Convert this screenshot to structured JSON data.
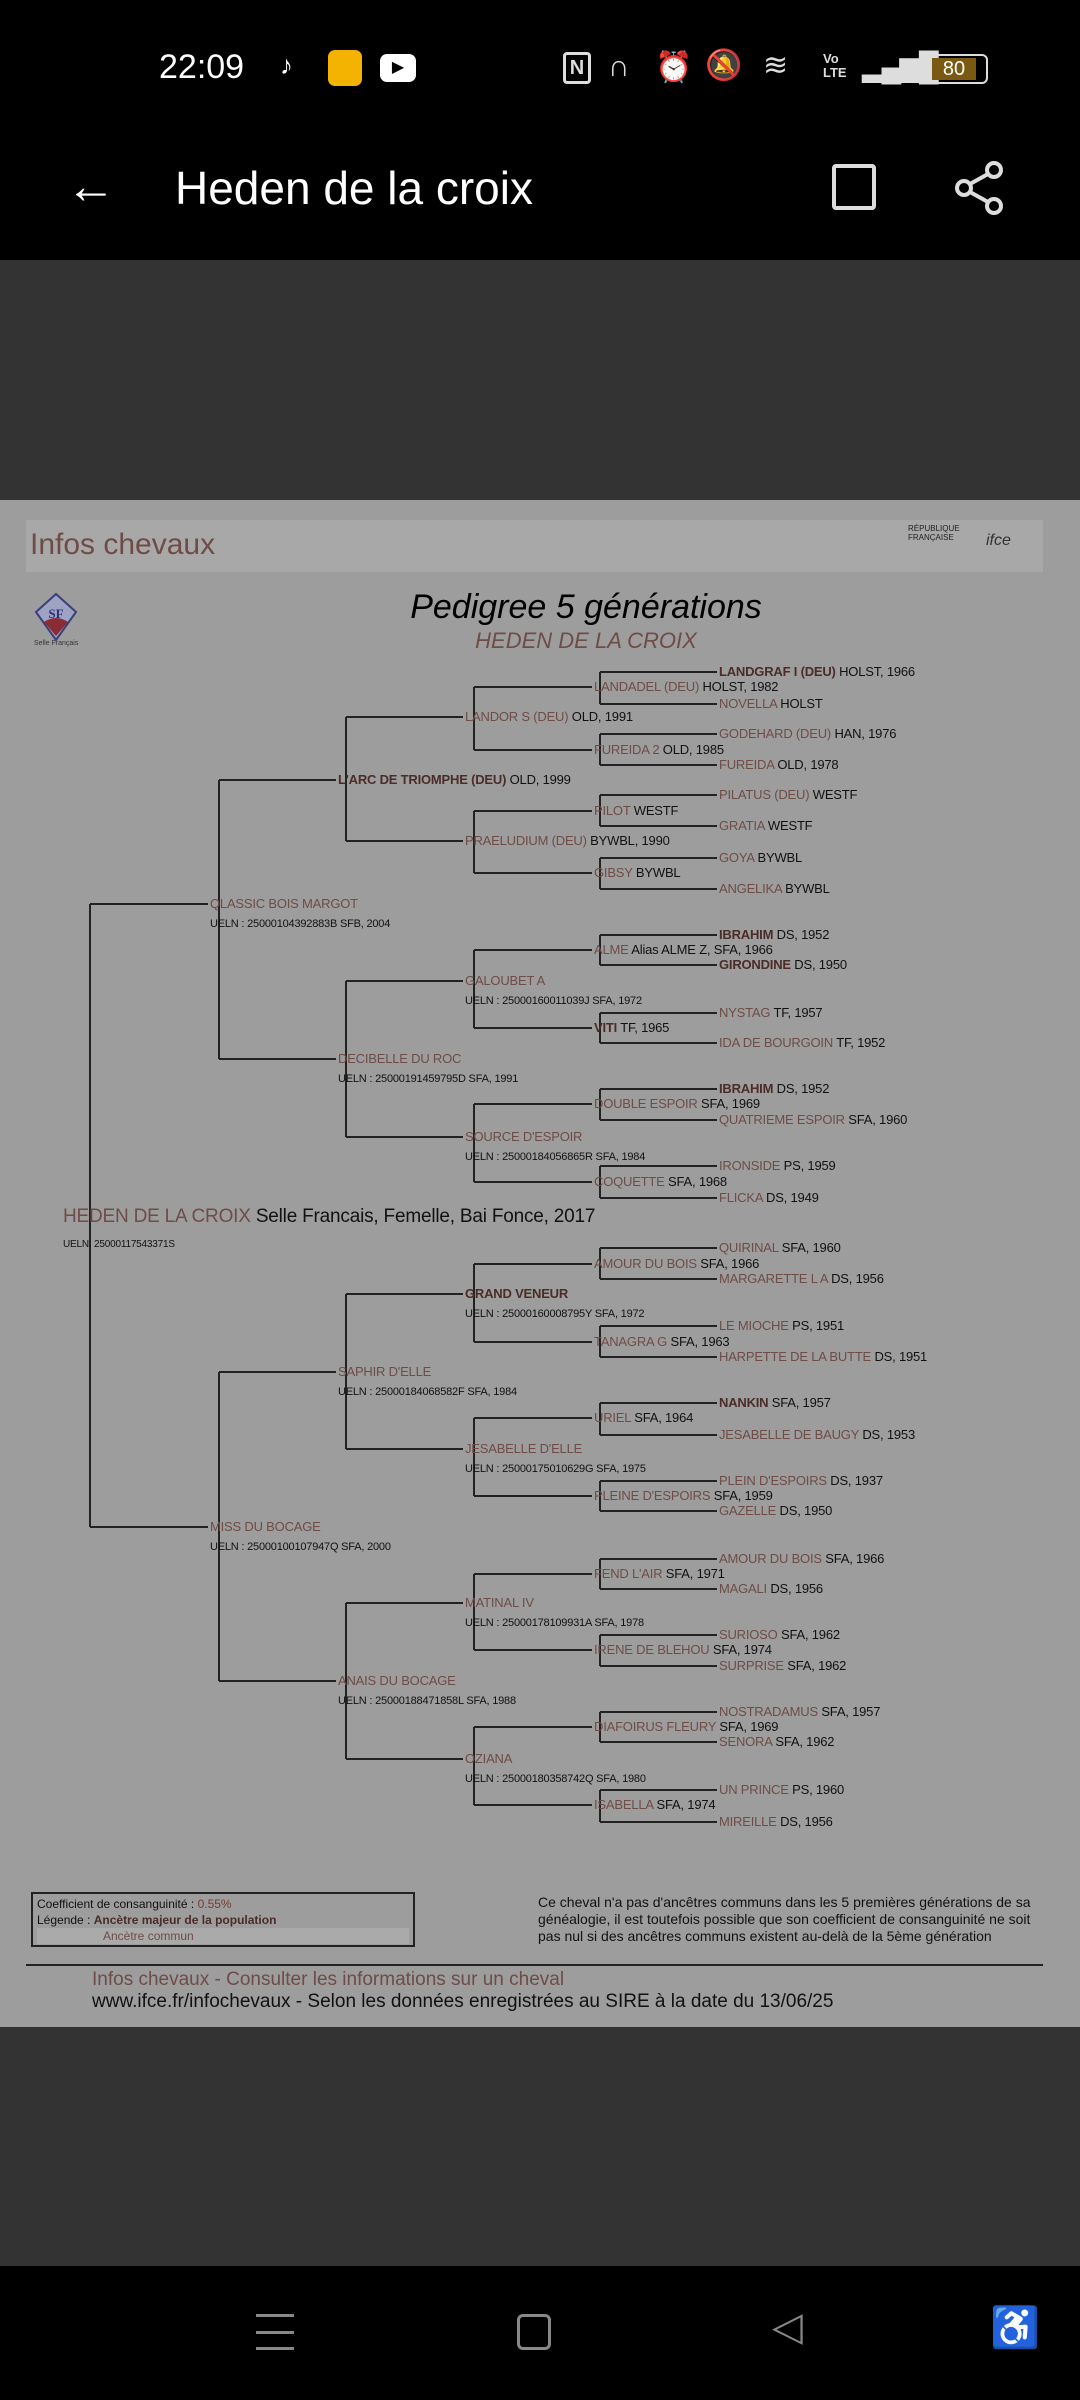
{
  "status_bar": {
    "time": "22:09",
    "battery": "80"
  },
  "app_bar": {
    "title": "Heden de la croix"
  },
  "document": {
    "header_title": "Infos chevaux",
    "gov_logo_text": "RÉPUBLIQUE FRANÇAISE",
    "ifce_logo_text": "ifce",
    "sf_logo_text": "Selle Français",
    "title": "Pedigree 5 générations",
    "subtitle": "HEDEN DE LA CROIX",
    "subject": {
      "name": "HEDEN DE LA CROIX",
      "info": "Selle Francais, Femelle, Bai Fonce, 2017",
      "ueln": "UELN: 25000117543371S"
    },
    "generations": [
      [
        {
          "name": "QLASSIC BOIS MARGOT",
          "ueln": "UELN : 25000104392883B",
          "info": "SFB, 2004"
        },
        {
          "name": "MISS DU BOCAGE",
          "ueln": "UELN : 25000100107947Q",
          "info": "SFA, 2000"
        }
      ],
      [
        {
          "name": "L'ARC DE TRIOMPHE (DEU)",
          "info": "OLD, 1999",
          "major": true
        },
        {
          "name": "DECIBELLE DU ROC",
          "ueln": "UELN : 25000191459795D",
          "info": "SFA, 1991"
        },
        {
          "name": "SAPHIR D'ELLE",
          "ueln": "UELN : 25000184068582F",
          "info": "SFA, 1984"
        },
        {
          "name": "ANAIS DU BOCAGE",
          "ueln": "UELN : 25000188471858L",
          "info": "SFA, 1988"
        }
      ],
      [
        {
          "name": "LANDOR S (DEU)",
          "info": "OLD, 1991"
        },
        {
          "name": "PRAELUDIUM (DEU)",
          "info": "BYWBL, 1990"
        },
        {
          "name": "GALOUBET A",
          "ueln": "UELN : 25000160011039J",
          "info": "SFA, 1972"
        },
        {
          "name": "SOURCE D'ESPOIR",
          "ueln": "UELN : 25000184056865R",
          "info": "SFA, 1984"
        },
        {
          "name": "GRAND VENEUR",
          "ueln": "UELN : 25000160008795Y",
          "info": "SFA, 1972",
          "major": true
        },
        {
          "name": "JESABELLE D'ELLE",
          "ueln": "UELN : 25000175010629G",
          "info": "SFA, 1975"
        },
        {
          "name": "MATINAL IV",
          "ueln": "UELN : 25000178109931A",
          "info": "SFA, 1978"
        },
        {
          "name": "OZIANA",
          "ueln": "UELN : 25000180358742Q",
          "info": "SFA, 1980"
        }
      ],
      [
        {
          "name": "LANDADEL (DEU)",
          "info": "HOLST, 1982"
        },
        {
          "name": "FUREIDA 2",
          "info": "OLD, 1985"
        },
        {
          "name": "PILOT",
          "info": "WESTF"
        },
        {
          "name": "GIBSY",
          "info": "BYWBL"
        },
        {
          "name": "ALME",
          "info": "Alias ALME Z, SFA, 1966"
        },
        {
          "name": "VITI",
          "info": "TF, 1965",
          "major": true
        },
        {
          "name": "DOUBLE ESPOIR",
          "info": "SFA, 1969"
        },
        {
          "name": "COQUETTE",
          "info": "SFA, 1968"
        },
        {
          "name": "AMOUR DU BOIS",
          "info": "SFA, 1966"
        },
        {
          "name": "TANAGRA G",
          "info": "SFA, 1963"
        },
        {
          "name": "URIEL",
          "info": "SFA, 1964"
        },
        {
          "name": "PLEINE D'ESPOIRS",
          "info": "SFA, 1959"
        },
        {
          "name": "FEND L'AIR",
          "info": "SFA, 1971"
        },
        {
          "name": "IRENE DE BLEHOU",
          "info": "SFA, 1974"
        },
        {
          "name": "DIAFOIRUS FLEURY",
          "info": "SFA, 1969"
        },
        {
          "name": "ISABELLA",
          "info": "SFA, 1974"
        }
      ],
      [
        {
          "name": "LANDGRAF I (DEU)",
          "info": "HOLST, 1966",
          "major": true
        },
        {
          "name": "NOVELLA",
          "info": "HOLST"
        },
        {
          "name": "GODEHARD (DEU)",
          "info": "HAN, 1976"
        },
        {
          "name": "FUREIDA",
          "info": "OLD, 1978"
        },
        {
          "name": "PILATUS (DEU)",
          "info": "WESTF"
        },
        {
          "name": "GRATIA",
          "info": "WESTF"
        },
        {
          "name": "GOYA",
          "info": "BYWBL"
        },
        {
          "name": "ANGELIKA",
          "info": "BYWBL"
        },
        {
          "name": "IBRAHIM",
          "info": "DS, 1952",
          "major": true
        },
        {
          "name": "GIRONDINE",
          "info": "DS, 1950",
          "major": true
        },
        {
          "name": "NYSTAG",
          "info": "TF, 1957"
        },
        {
          "name": "IDA DE BOURGOIN",
          "info": "TF, 1952"
        },
        {
          "name": "IBRAHIM",
          "info": "DS, 1952",
          "major": true
        },
        {
          "name": "QUATRIEME ESPOIR",
          "info": "SFA, 1960"
        },
        {
          "name": "IRONSIDE",
          "info": "PS, 1959"
        },
        {
          "name": "FLICKA",
          "info": "DS, 1949"
        },
        {
          "name": "QUIRINAL",
          "info": "SFA, 1960"
        },
        {
          "name": "MARGARETTE L A",
          "info": "DS, 1956"
        },
        {
          "name": "LE MIOCHE",
          "info": "PS, 1951"
        },
        {
          "name": "HARPETTE DE LA BUTTE",
          "info": "DS, 1951"
        },
        {
          "name": "NANKIN",
          "info": "SFA, 1957",
          "major": true
        },
        {
          "name": "JESABELLE DE BAUGY",
          "info": "DS, 1953"
        },
        {
          "name": "PLEIN D'ESPOIRS",
          "info": "DS, 1937"
        },
        {
          "name": "GAZELLE",
          "info": "DS, 1950"
        },
        {
          "name": "AMOUR DU BOIS",
          "info": "SFA, 1966"
        },
        {
          "name": "MAGALI",
          "info": "DS, 1956"
        },
        {
          "name": "SURIOSO",
          "info": "SFA, 1962"
        },
        {
          "name": "SURPRISE",
          "info": "SFA, 1962"
        },
        {
          "name": "NOSTRADAMUS",
          "info": "SFA, 1957"
        },
        {
          "name": "SENORA",
          "info": "SFA, 1962"
        },
        {
          "name": "UN PRINCE",
          "info": "PS, 1960"
        },
        {
          "name": "MIREILLE",
          "info": "DS, 1956"
        }
      ]
    ],
    "legend": {
      "coef_label": "Coefficient de consanguinité : ",
      "coef_value": "0.55%",
      "legend_label": "Légende : ",
      "major": "Ancètre majeur de la population",
      "common": "Ancètre commun"
    },
    "note": "Ce cheval n'a pas d'ancêtres communs dans les 5 premières générations de sa généalogie, il est toutefois possible que son coefficient de consanguinité ne soit pas nul si des ancêtres communs existent au-delà de la 5ème génération",
    "footer": {
      "line1": "Infos chevaux - Consulter les informations sur un cheval",
      "line2": "www.ifce.fr/infochevaux - Selon les données enregistrées au SIRE à la date du 13/06/25"
    }
  }
}
